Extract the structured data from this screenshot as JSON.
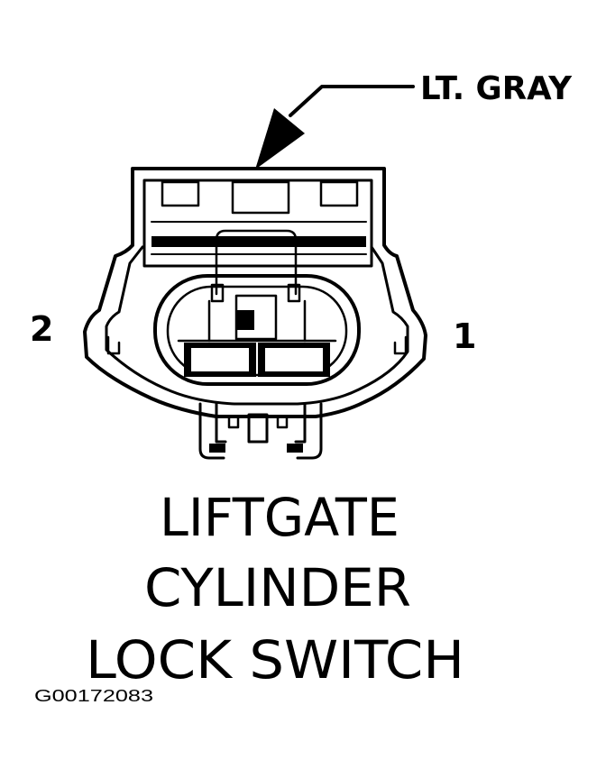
{
  "callout": {
    "color_label": "LT. GRAY"
  },
  "pins": {
    "left": "2",
    "right": "1"
  },
  "title": {
    "line1": "LIFTGATE",
    "line2": "CYLINDER",
    "line3": "LOCK SWITCH"
  },
  "figure_code": "G00172083"
}
